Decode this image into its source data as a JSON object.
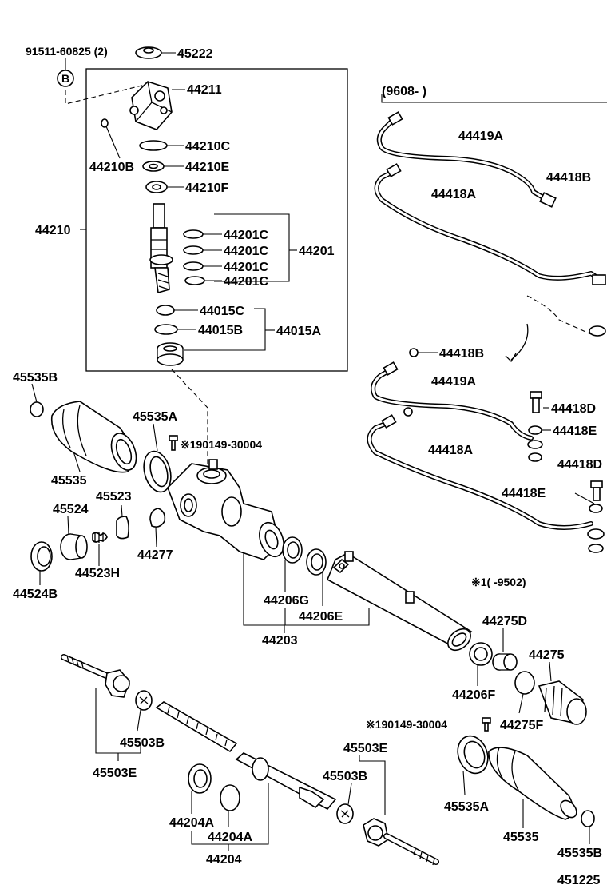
{
  "callouts": {
    "c_91511_60825": "91511-60825 (2)",
    "c_45222": "45222",
    "c_B": "B",
    "c_44211": "44211",
    "c_44210C": "44210C",
    "c_44210B": "44210B",
    "c_44210E": "44210E",
    "c_44210F": "44210F",
    "c_44210": "44210",
    "c_44201C_1": "44201C",
    "c_44201C_2": "44201C",
    "c_44201C_3": "44201C",
    "c_44201C_4": "44201C",
    "c_44201": "44201",
    "c_44015C": "44015C",
    "c_44015B": "44015B",
    "c_44015A": "44015A",
    "c_9608": "(9608-          )",
    "c_44419A_1": "44419A",
    "c_44418B_1": "44418B",
    "c_44418A_1": "44418A",
    "c_44418B_2": "44418B",
    "c_44419A_2": "44419A",
    "c_44418D_1": "44418D",
    "c_44418E_1": "44418E",
    "c_44418A_2": "44418A",
    "c_44418D_2": "44418D",
    "c_44418E_2": "44418E",
    "c_45535B_1": "45535B",
    "c_45535A_1": "45535A",
    "c_190149_1": "※190149-30004",
    "c_45535_1": "45535",
    "c_45524": "45524",
    "c_45523": "45523",
    "c_44277": "44277",
    "c_44523H": "44523H",
    "c_44524B": "44524B",
    "c_note1": "※1(        -9502)",
    "c_44206G": "44206G",
    "c_44206E": "44206E",
    "c_44203": "44203",
    "c_44275D": "44275D",
    "c_44275": "44275",
    "c_44206F": "44206F",
    "c_190149_2": "※190149-30004",
    "c_44275F": "44275F",
    "c_45503B_1": "45503B",
    "c_45503E_1": "45503E",
    "c_45503E_2": "45503E",
    "c_45503B_2": "45503B",
    "c_45535A_2": "45535A",
    "c_45535_2": "45535",
    "c_45535B_2": "45535B",
    "c_44204A_1": "44204A",
    "c_44204A_2": "44204A",
    "c_44204": "44204",
    "c_451225": "451225"
  }
}
